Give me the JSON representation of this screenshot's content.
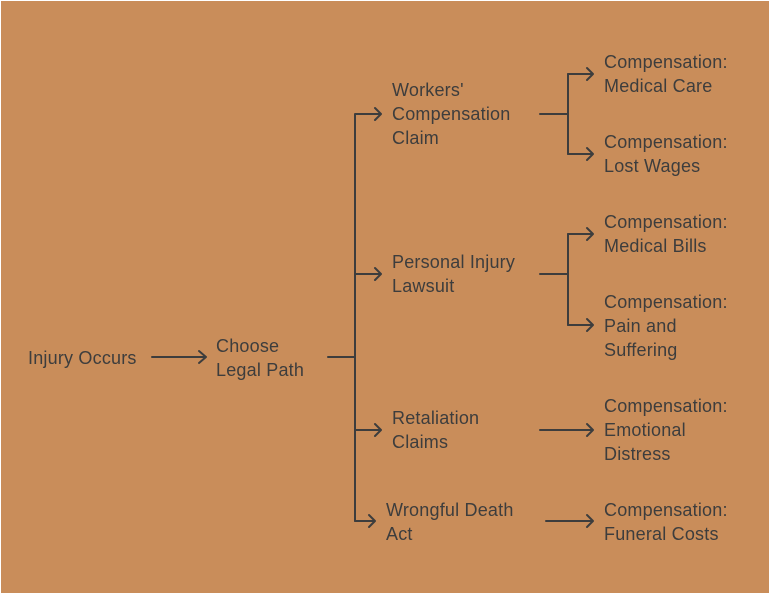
{
  "colors": {
    "background": "#c98d5a",
    "line": "#3d3d3d",
    "text": "#3d3d3d"
  },
  "nodes": {
    "root": {
      "lines": [
        "Injury Occurs"
      ]
    },
    "choose": {
      "lines": [
        "Choose",
        "Legal Path"
      ]
    },
    "workers": {
      "lines": [
        "Workers'",
        "Compensation",
        "Claim"
      ]
    },
    "personal": {
      "lines": [
        "Personal Injury",
        "Lawsuit"
      ]
    },
    "retaliation": {
      "lines": [
        "Retaliation",
        "Claims"
      ]
    },
    "wrongful": {
      "lines": [
        "Wrongful Death",
        "Act"
      ]
    },
    "comp_medical_care": {
      "lines": [
        "Compensation:",
        "Medical Care"
      ]
    },
    "comp_lost_wages": {
      "lines": [
        "Compensation:",
        "Lost Wages"
      ]
    },
    "comp_medical_bills": {
      "lines": [
        "Compensation:",
        "Medical Bills"
      ]
    },
    "comp_pain": {
      "lines": [
        "Compensation:",
        "Pain and",
        "Suffering"
      ]
    },
    "comp_emotional": {
      "lines": [
        "Compensation:",
        "Emotional",
        "Distress"
      ]
    },
    "comp_funeral": {
      "lines": [
        "Compensation:",
        "Funeral Costs"
      ]
    }
  },
  "edges": [
    {
      "from": "root",
      "to": "choose"
    },
    {
      "from": "choose",
      "to": "workers"
    },
    {
      "from": "choose",
      "to": "personal"
    },
    {
      "from": "choose",
      "to": "retaliation"
    },
    {
      "from": "choose",
      "to": "wrongful"
    },
    {
      "from": "workers",
      "to": "comp_medical_care"
    },
    {
      "from": "workers",
      "to": "comp_lost_wages"
    },
    {
      "from": "personal",
      "to": "comp_medical_bills"
    },
    {
      "from": "personal",
      "to": "comp_pain"
    },
    {
      "from": "retaliation",
      "to": "comp_emotional"
    },
    {
      "from": "wrongful",
      "to": "comp_funeral"
    }
  ]
}
